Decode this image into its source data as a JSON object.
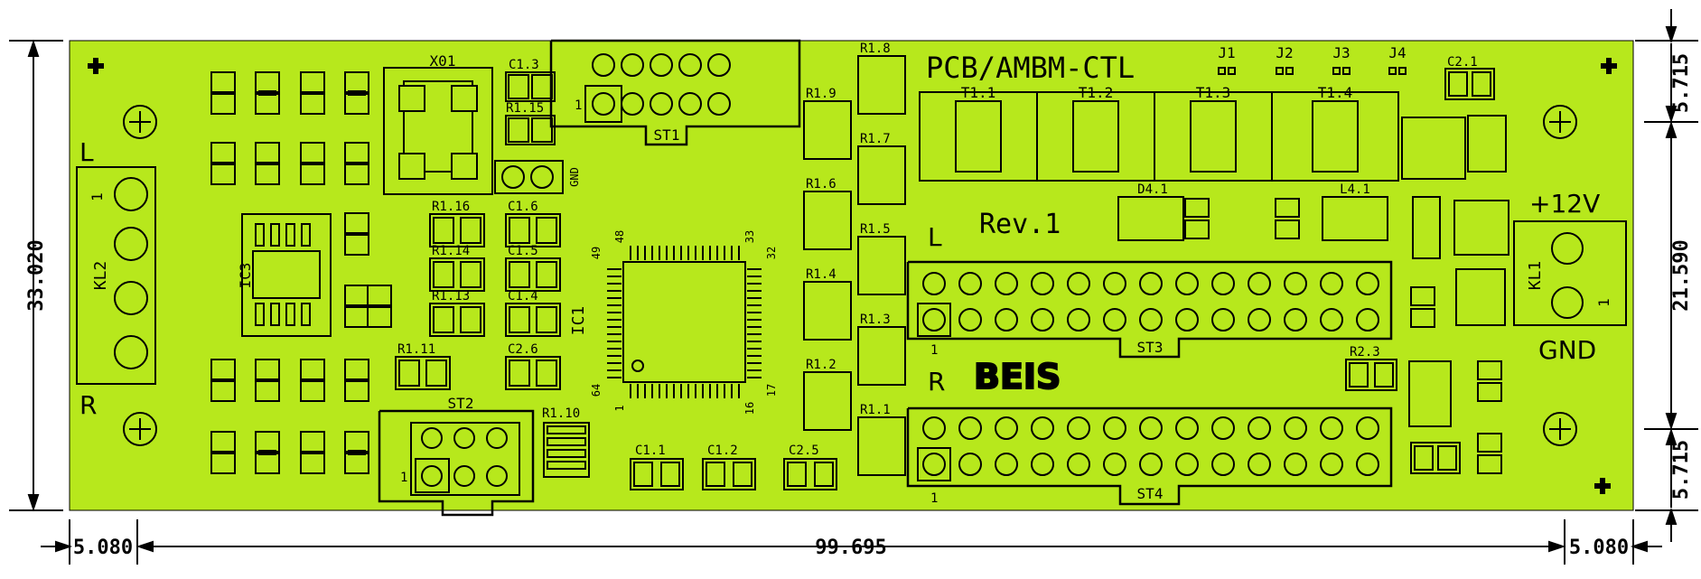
{
  "colors": {
    "board": "#b7e81c",
    "silkscreen": "#000000",
    "background": "#ffffff"
  },
  "dimensions": {
    "height_total": "33.020",
    "height_inner": "21.590",
    "margin_top": "5.715",
    "margin_bottom": "5.715",
    "width_total": "99.695",
    "margin_left": "5.080",
    "margin_right": "5.080"
  },
  "texts": {
    "title": "PCB/AMBM-CTL",
    "rev": "Rev.1",
    "brand": "BEIS",
    "power": "+12V",
    "gnd": "GND",
    "gnd_small": "GND",
    "left_L": "L",
    "left_R": "R",
    "mid_L": "L",
    "mid_R": "R"
  },
  "labels": {
    "x01": "X01",
    "st1": "ST1",
    "st2": "ST2",
    "st3": "ST3",
    "st4": "ST4",
    "kl1": "KL1",
    "kl2": "KL2",
    "ic1": "IC1",
    "ic3": "IC3",
    "j1": "J1",
    "j2": "J2",
    "j3": "J3",
    "j4": "J4",
    "t11": "T1.1",
    "t12": "T1.2",
    "t13": "T1.3",
    "t14": "T1.4",
    "r18": "R1.8",
    "r19": "R1.9",
    "r17": "R1.7",
    "r16": "R1.6",
    "r15": "R1.5",
    "r14": "R1.4",
    "r13": "R1.3",
    "r12": "R1.2",
    "r11": "R1.1",
    "r110": "R1.10",
    "r116": "R1.16",
    "r114": "R1.14",
    "r113": "R1.13",
    "r111": "R1.11",
    "r115": "R1.15",
    "c13": "C1.3",
    "c16": "C1.6",
    "c15": "C1.5",
    "c14": "C1.4",
    "c26": "C2.6",
    "c11": "C1.1",
    "c12": "C1.2",
    "c25": "C2.5",
    "c21": "C2.1",
    "d41": "D4.1",
    "l41": "L4.1",
    "r23": "R2.3",
    "pin_1": "1",
    "pin_17": "17",
    "pin_16": "16",
    "pin_32": "32",
    "pin_33": "33",
    "pin_48": "48",
    "pin_49": "49",
    "pin_64": "64"
  }
}
